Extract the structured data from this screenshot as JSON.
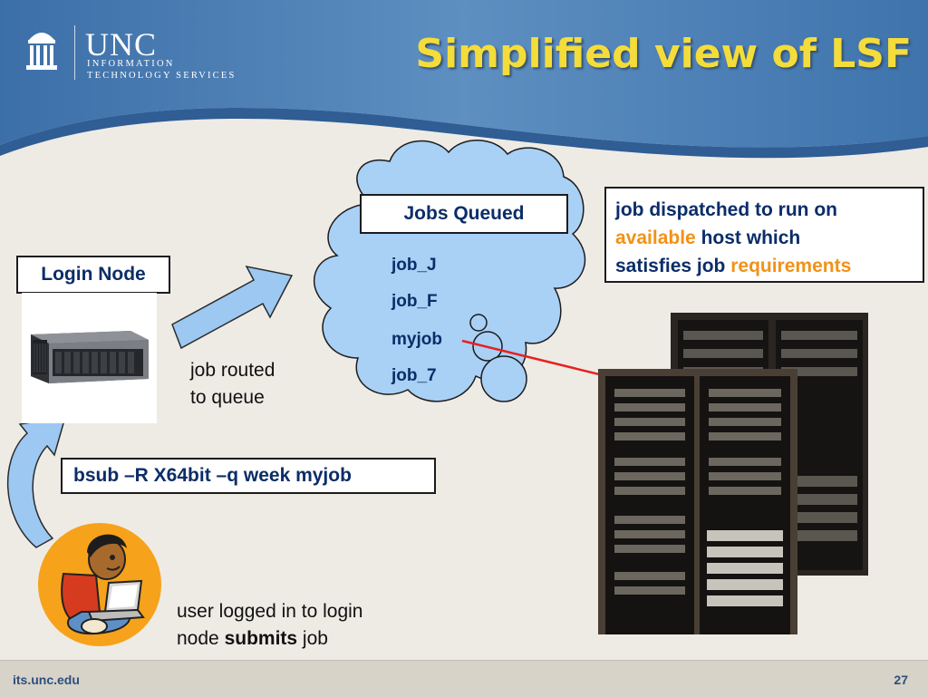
{
  "header": {
    "logo_text": "UNC",
    "logo_line1": "INFORMATION",
    "logo_line2": "TECHNOLOGY SERVICES",
    "title": "Simplified view of LSF"
  },
  "login_node": {
    "label": "Login Node"
  },
  "queue": {
    "label": "Jobs Queued",
    "jobs": [
      "job_J",
      "job_F",
      "myjob",
      "job_7"
    ]
  },
  "dispatch": {
    "part1": "job dispatched to run on",
    "available": "available",
    "part2": " host which",
    "part3": "satisfies job ",
    "requirements": "requirements"
  },
  "routed": {
    "line1": "job routed",
    "line2": "to queue"
  },
  "command": {
    "text": "bsub –R X64bit –q week myjob"
  },
  "user": {
    "line1": "user logged in to login",
    "line2_pre": "node ",
    "submits": "submits",
    "line2_post": " job"
  },
  "footer": {
    "url": "its.unc.edu",
    "page": "27"
  },
  "colors": {
    "title": "#f4dc3a",
    "accent_orange": "#f39117",
    "cloud": "#a9d0f5",
    "arrow": "#9cc8f2",
    "pointer": "#e8201e"
  },
  "icons": [
    "old-well-logo-icon",
    "server-icon",
    "rack-server-icon",
    "user-laptop-icon"
  ]
}
